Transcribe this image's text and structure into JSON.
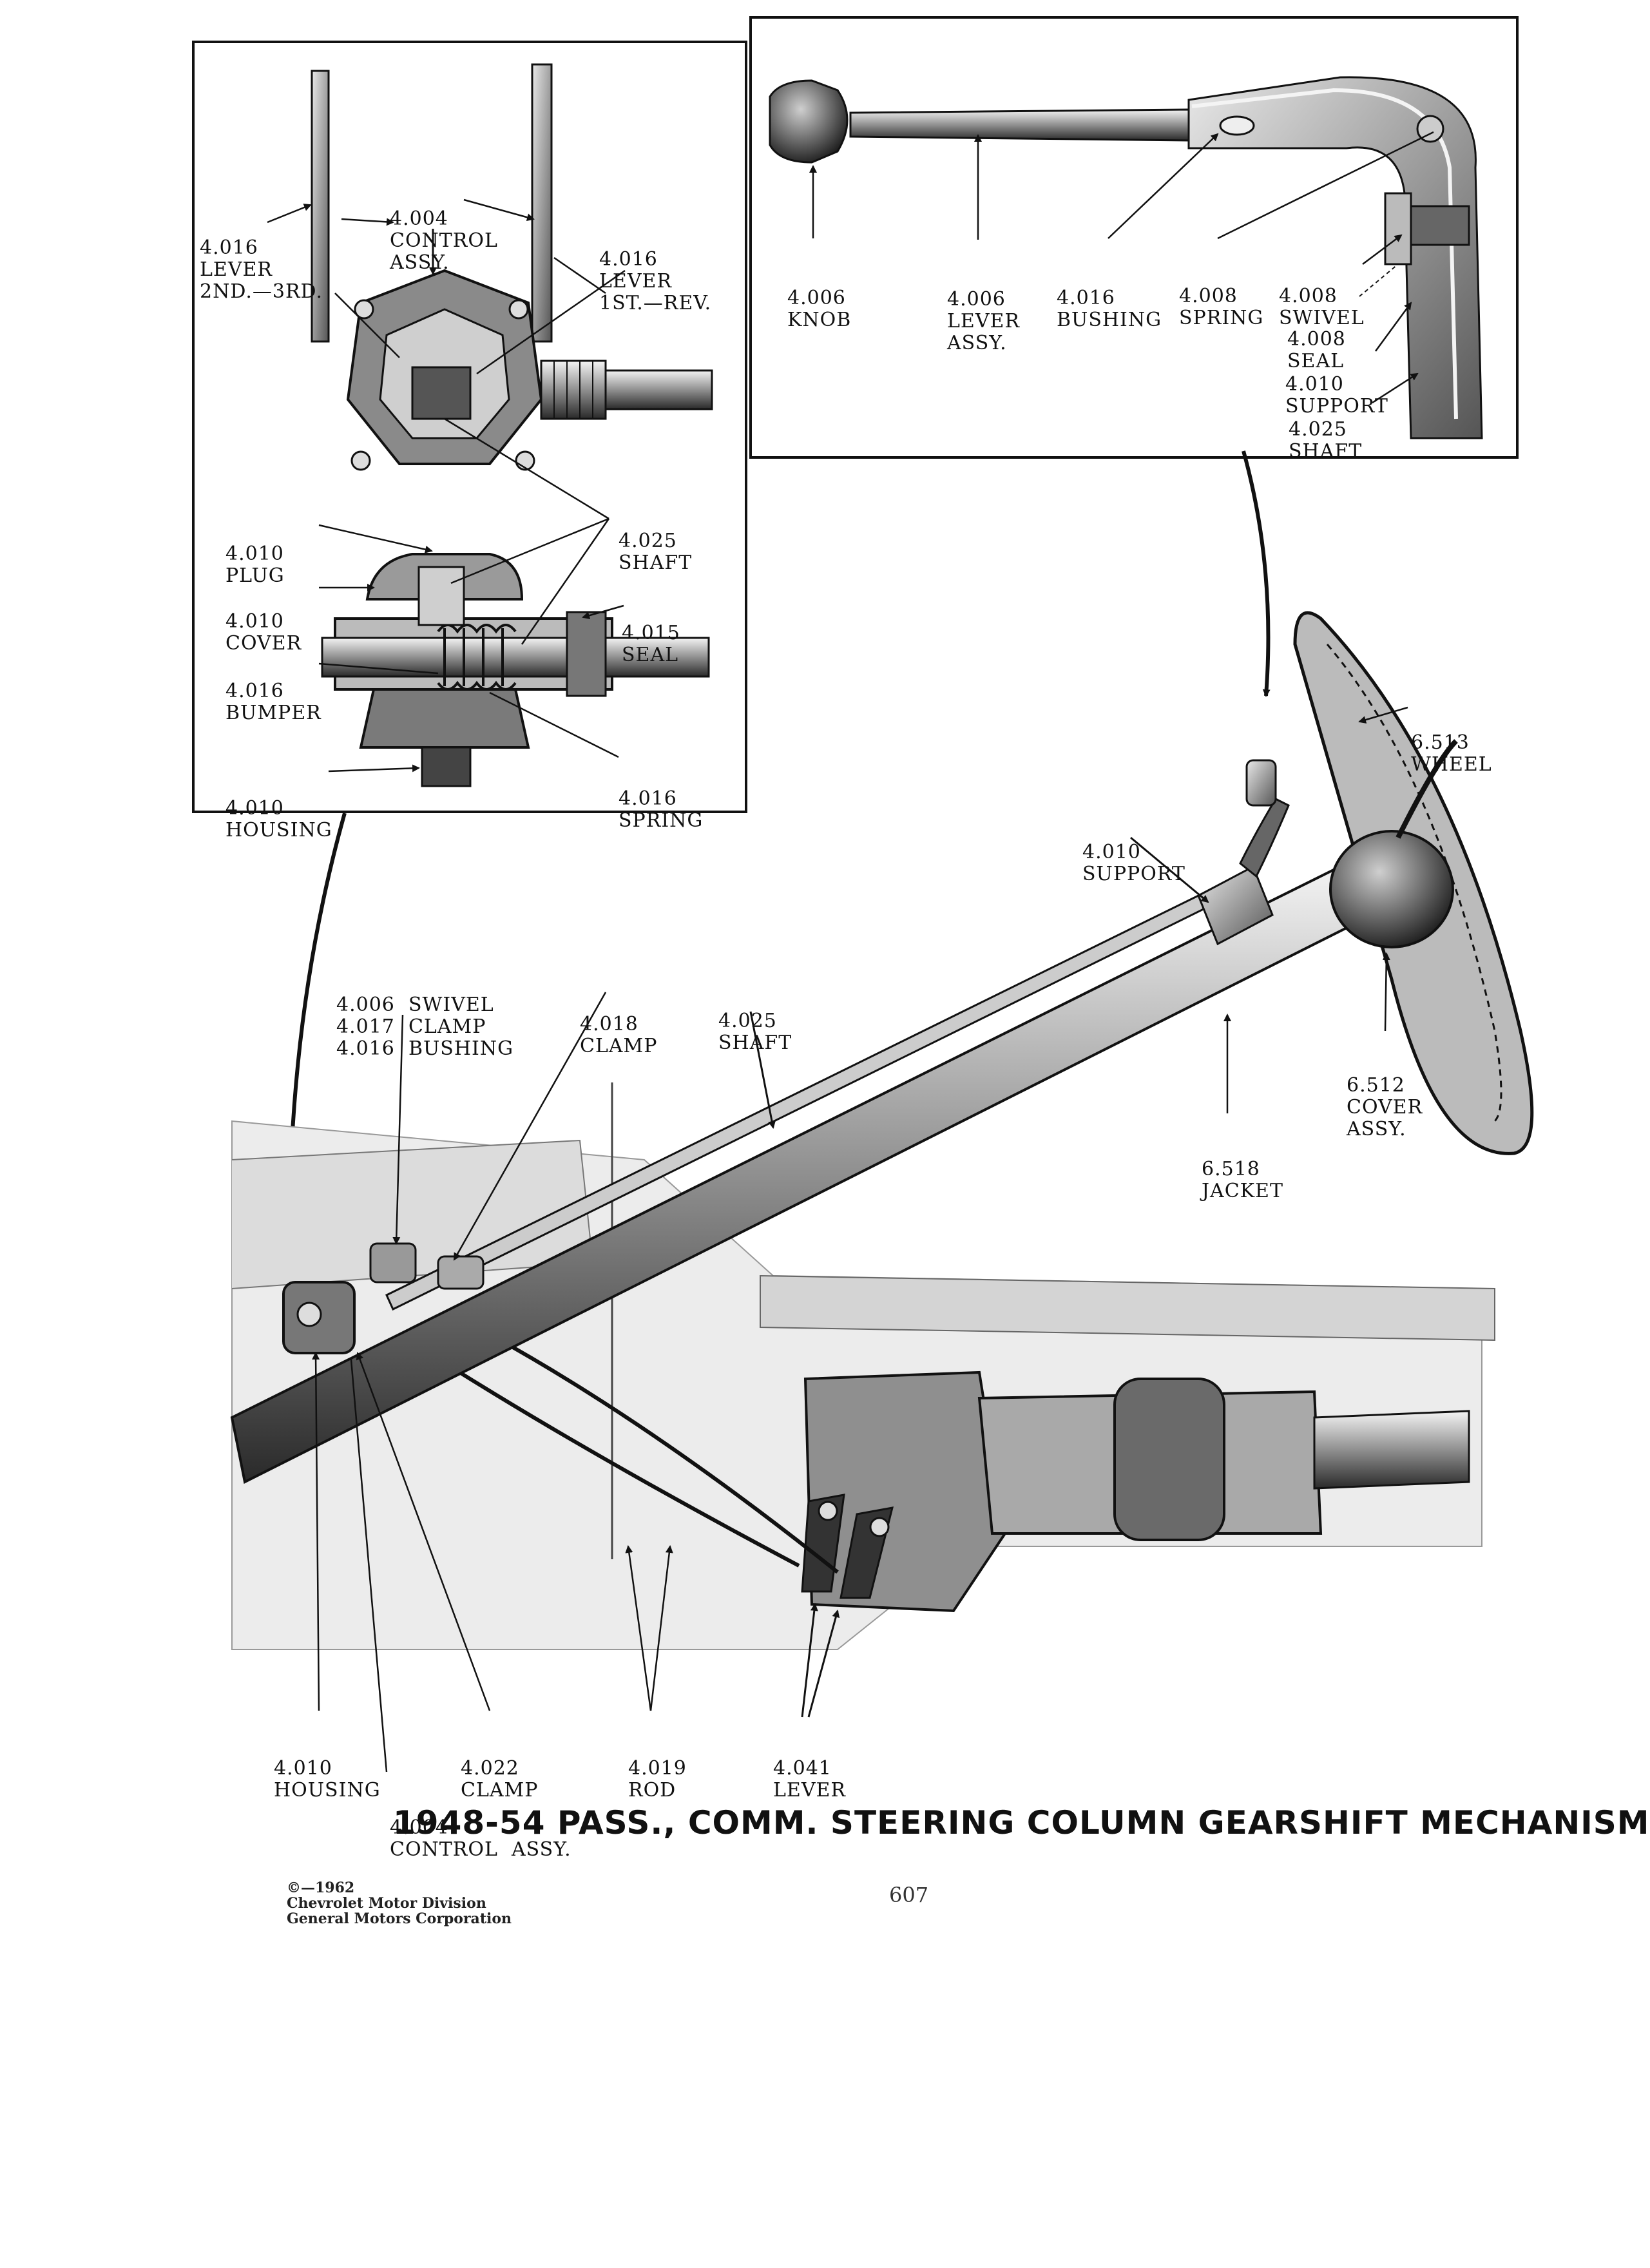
{
  "title": "1948-54 PASS., COMM. STEERING COLUMN GEARSHIFT MECHANISM",
  "copyright": [
    "©—1962",
    "Chevrolet Motor Division",
    "General Motors Corporation"
  ],
  "page_number": "607",
  "inset_left_labels": [
    {
      "id": "lever-2nd-3rd",
      "lines": [
        "4.016",
        "LEVER",
        "2ND.—3RD."
      ]
    },
    {
      "id": "control-assy",
      "lines": [
        "4.004",
        "CONTROL",
        "ASSY."
      ]
    },
    {
      "id": "lever-1st-rev",
      "lines": [
        "4.016",
        "LEVER",
        "1ST.—REV."
      ]
    },
    {
      "id": "plug",
      "lines": [
        "4.010",
        "PLUG"
      ]
    },
    {
      "id": "shaft",
      "lines": [
        "4.025",
        "SHAFT"
      ]
    },
    {
      "id": "cover",
      "lines": [
        "4.010",
        "COVER"
      ]
    },
    {
      "id": "seal",
      "lines": [
        "4.015",
        "SEAL"
      ]
    },
    {
      "id": "bumper",
      "lines": [
        "4.016",
        "BUMPER"
      ]
    },
    {
      "id": "housing",
      "lines": [
        "4.010",
        "HOUSING"
      ]
    },
    {
      "id": "spring",
      "lines": [
        "4.016",
        "SPRING"
      ]
    }
  ],
  "inset_right_labels": [
    {
      "id": "knob",
      "lines": [
        "4.006",
        "KNOB"
      ]
    },
    {
      "id": "lever-assy",
      "lines": [
        "4.006",
        "LEVER",
        "ASSY."
      ]
    },
    {
      "id": "bushing",
      "lines": [
        "4.016",
        "BUSHING"
      ]
    },
    {
      "id": "spring",
      "lines": [
        "4.008",
        "SPRING"
      ]
    },
    {
      "id": "swivel",
      "lines": [
        "4.008",
        "SWIVEL"
      ]
    },
    {
      "id": "seal",
      "lines": [
        "4.008",
        "SEAL"
      ]
    },
    {
      "id": "support",
      "lines": [
        "4.010",
        "SUPPORT"
      ]
    },
    {
      "id": "shaft",
      "lines": [
        "4.025",
        "SHAFT"
      ]
    }
  ],
  "main_labels": [
    {
      "id": "wheel",
      "lines": [
        "6.513",
        "WHEEL"
      ]
    },
    {
      "id": "support",
      "lines": [
        "4.010",
        "SUPPORT"
      ]
    },
    {
      "id": "swivel-clamp-bushing",
      "lines": [
        "4.006  SWIVEL",
        "4.017  CLAMP",
        "4.016  BUSHING"
      ]
    },
    {
      "id": "clamp-upper",
      "lines": [
        "4.018",
        "CLAMP"
      ]
    },
    {
      "id": "shaft",
      "lines": [
        "4.025",
        "SHAFT"
      ]
    },
    {
      "id": "cover-assy",
      "lines": [
        "6.512",
        "COVER",
        "ASSY."
      ]
    },
    {
      "id": "jacket",
      "lines": [
        "6.518",
        "JACKET"
      ]
    },
    {
      "id": "housing",
      "lines": [
        "4.010",
        "HOUSING"
      ]
    },
    {
      "id": "clamp-lower",
      "lines": [
        "4.022",
        "CLAMP"
      ]
    },
    {
      "id": "rod",
      "lines": [
        "4.019",
        "ROD"
      ]
    },
    {
      "id": "lever",
      "lines": [
        "4.041",
        "LEVER"
      ]
    },
    {
      "id": "control-assy",
      "lines": [
        "4.004",
        "CONTROL  ASSY."
      ]
    }
  ]
}
